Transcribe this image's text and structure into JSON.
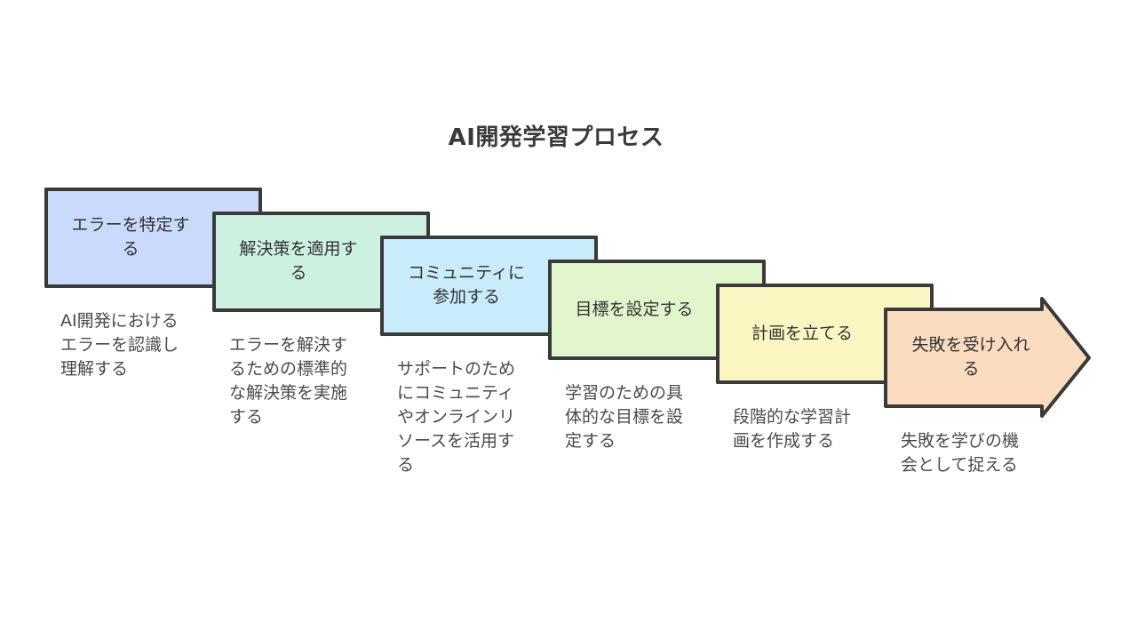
{
  "title": "AI開発学習プロセス",
  "steps": [
    {
      "label_lines": [
        "エラーを特定す",
        "る"
      ],
      "description_lines": [
        "AI開発における",
        "エラーを認識し",
        "理解する"
      ],
      "color": "#c9dafc"
    },
    {
      "label_lines": [
        "解決策を適用す",
        "る"
      ],
      "description_lines": [
        "エラーを解決す",
        "るための標準的",
        "な解決策を実施",
        "する"
      ],
      "color": "#cdf1e0"
    },
    {
      "label_lines": [
        "コミュニティに",
        "参加する"
      ],
      "description_lines": [
        "サポートのため",
        "にコミュニティ",
        "やオンラインリ",
        "ソースを活用す",
        "る"
      ],
      "color": "#c9ecfb"
    },
    {
      "label_lines": [
        "目標を設定する"
      ],
      "description_lines": [
        "学習のための具",
        "体的な目標を設",
        "定する"
      ],
      "color": "#e2f5cc"
    },
    {
      "label_lines": [
        "計画を立てる"
      ],
      "description_lines": [
        "段階的な学習計",
        "画を作成する"
      ],
      "color": "#fbf6c2"
    },
    {
      "label_lines": [
        "失敗を受け入れ",
        "る"
      ],
      "description_lines": [
        "失敗を学びの機",
        "会として捉える"
      ],
      "color": "#fbdcc0"
    }
  ]
}
